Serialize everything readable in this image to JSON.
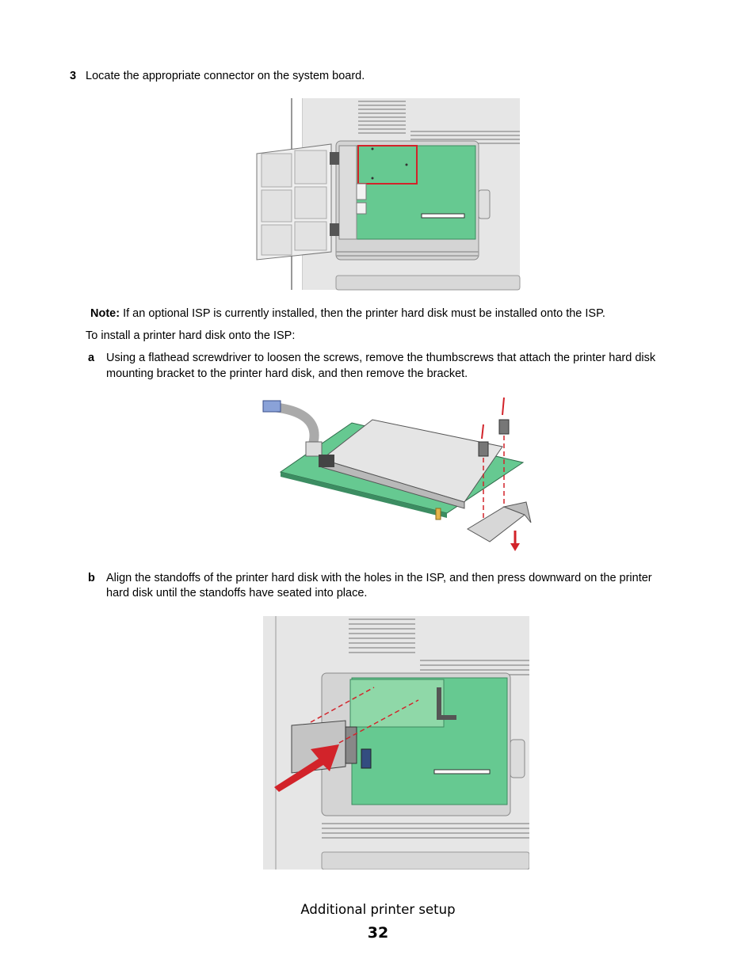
{
  "step3": {
    "number": "3",
    "text": "Locate the appropriate connector on the system board."
  },
  "note": {
    "label": "Note:",
    "text": " If an optional ISP is currently installed, then the printer hard disk must be installed onto the ISP."
  },
  "intro": "To install a printer hard disk onto the ISP:",
  "step_a": {
    "letter": "a",
    "line1": "Using a flathead screwdriver to loosen the screws, remove the thumbscrews that attach the printer hard disk",
    "line2": "mounting bracket to the printer hard disk, and then remove the bracket."
  },
  "step_b": {
    "letter": "b",
    "line1": "Align the standoffs of the printer hard disk with the holes in the ISP, and then press downward on the printer",
    "line2": "hard disk until the standoffs have seated into place."
  },
  "footer": {
    "section": "Additional printer setup",
    "page": "32"
  },
  "colors": {
    "board_green": "#66c991",
    "highlight_red": "#d2232a",
    "panel_gray": "#e6e6e6"
  }
}
